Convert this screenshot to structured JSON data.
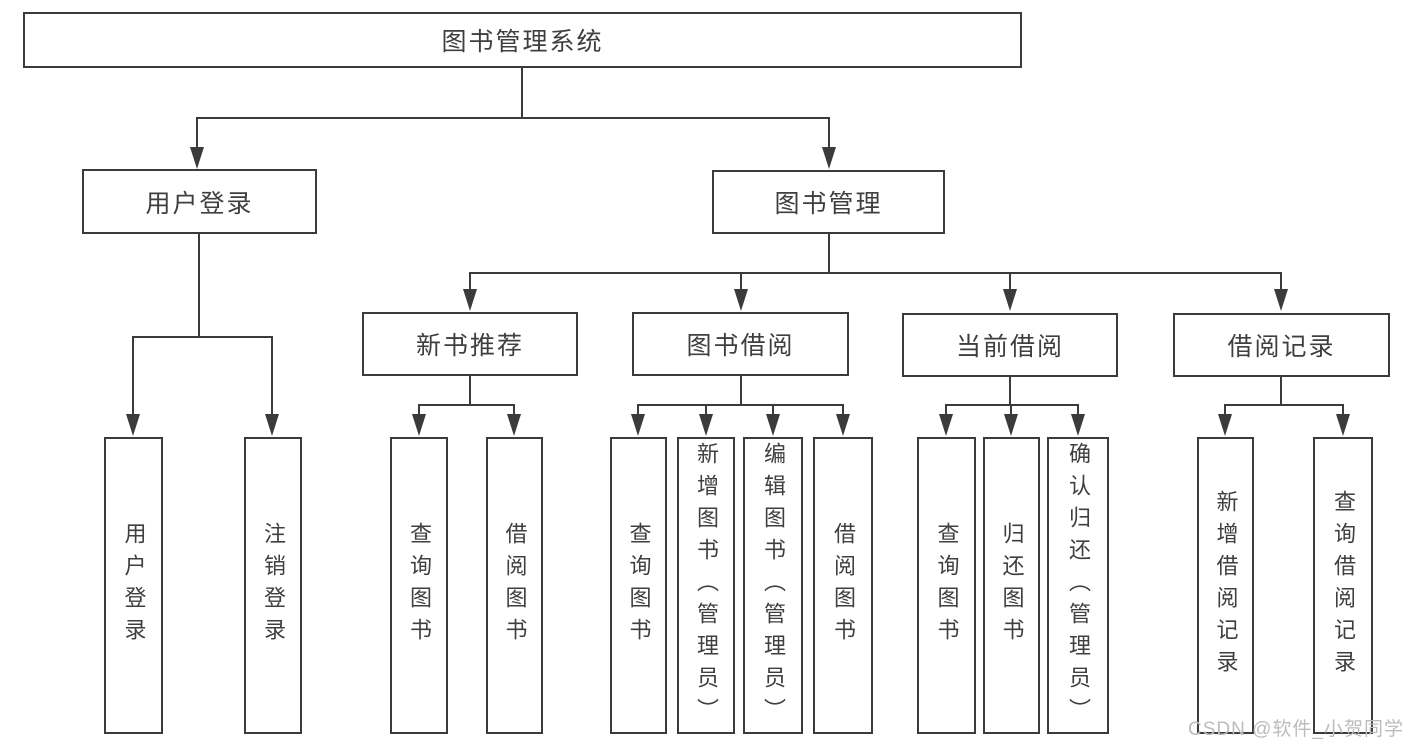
{
  "diagram": {
    "root": {
      "label": "图书管理系统"
    },
    "level2": [
      {
        "label": "用户登录"
      },
      {
        "label": "图书管理"
      }
    ],
    "level3": [
      {
        "label": "新书推荐"
      },
      {
        "label": "图书借阅"
      },
      {
        "label": "当前借阅"
      },
      {
        "label": "借阅记录"
      }
    ],
    "leaves": {
      "user_login": [
        "用户登录",
        "注销登录"
      ],
      "new_book_recommend": [
        "查询图书",
        "借阅图书"
      ],
      "book_borrow": [
        "查询图书",
        "新增图书（管理员）",
        "编辑图书（管理员）",
        "借阅图书"
      ],
      "current_borrow": [
        "查询图书",
        "归还图书",
        "确认归还（管理员）"
      ],
      "borrow_records": [
        "新增借阅记录",
        "查询借阅记录"
      ]
    }
  },
  "watermark": {
    "text": "CSDN @软件_小贺同学"
  },
  "colors": {
    "line": "#3b3b3b",
    "text": "#3f3f3f",
    "watermark": "#bcbcbc",
    "background": "#ffffff"
  }
}
